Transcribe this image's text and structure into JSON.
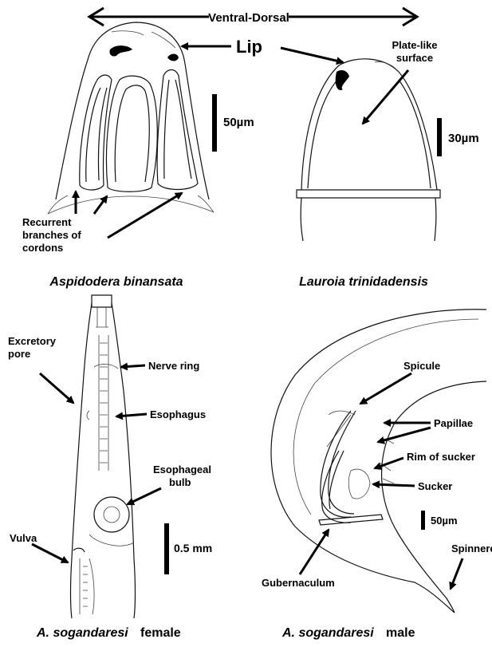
{
  "header": {
    "axis_label": "Ventral-Dorsal"
  },
  "panels": {
    "top_left": {
      "caption": "Aspidodera binansata",
      "labels": {
        "lip": "Lip",
        "recurrent_1": "Recurrent",
        "recurrent_2": "branches of",
        "recurrent_3": "cordons"
      },
      "scale": "50µm"
    },
    "top_right": {
      "caption": "Lauroia trinidadensis",
      "labels": {
        "plate_1": "Plate-like",
        "plate_2": "surface"
      },
      "scale": "30µm"
    },
    "bottom_left": {
      "caption_italic": "A. sogandaresi",
      "caption_plain": "female",
      "labels": {
        "excretory_1": "Excretory",
        "excretory_2": "pore",
        "nerve_ring": "Nerve ring",
        "esophagus": "Esophagus",
        "bulb_1": "Esophageal",
        "bulb_2": "bulb",
        "vulva": "Vulva"
      },
      "scale": "0.5 mm"
    },
    "bottom_right": {
      "caption_italic": "A. sogandaresi",
      "caption_plain": "male",
      "labels": {
        "spicule": "Spicule",
        "papillae": "Papillae",
        "rim": "Rim of sucker",
        "sucker": "Sucker",
        "spinneret": "Spinneret",
        "gubernaculum": "Gubernaculum"
      },
      "scale": "50µm"
    }
  }
}
